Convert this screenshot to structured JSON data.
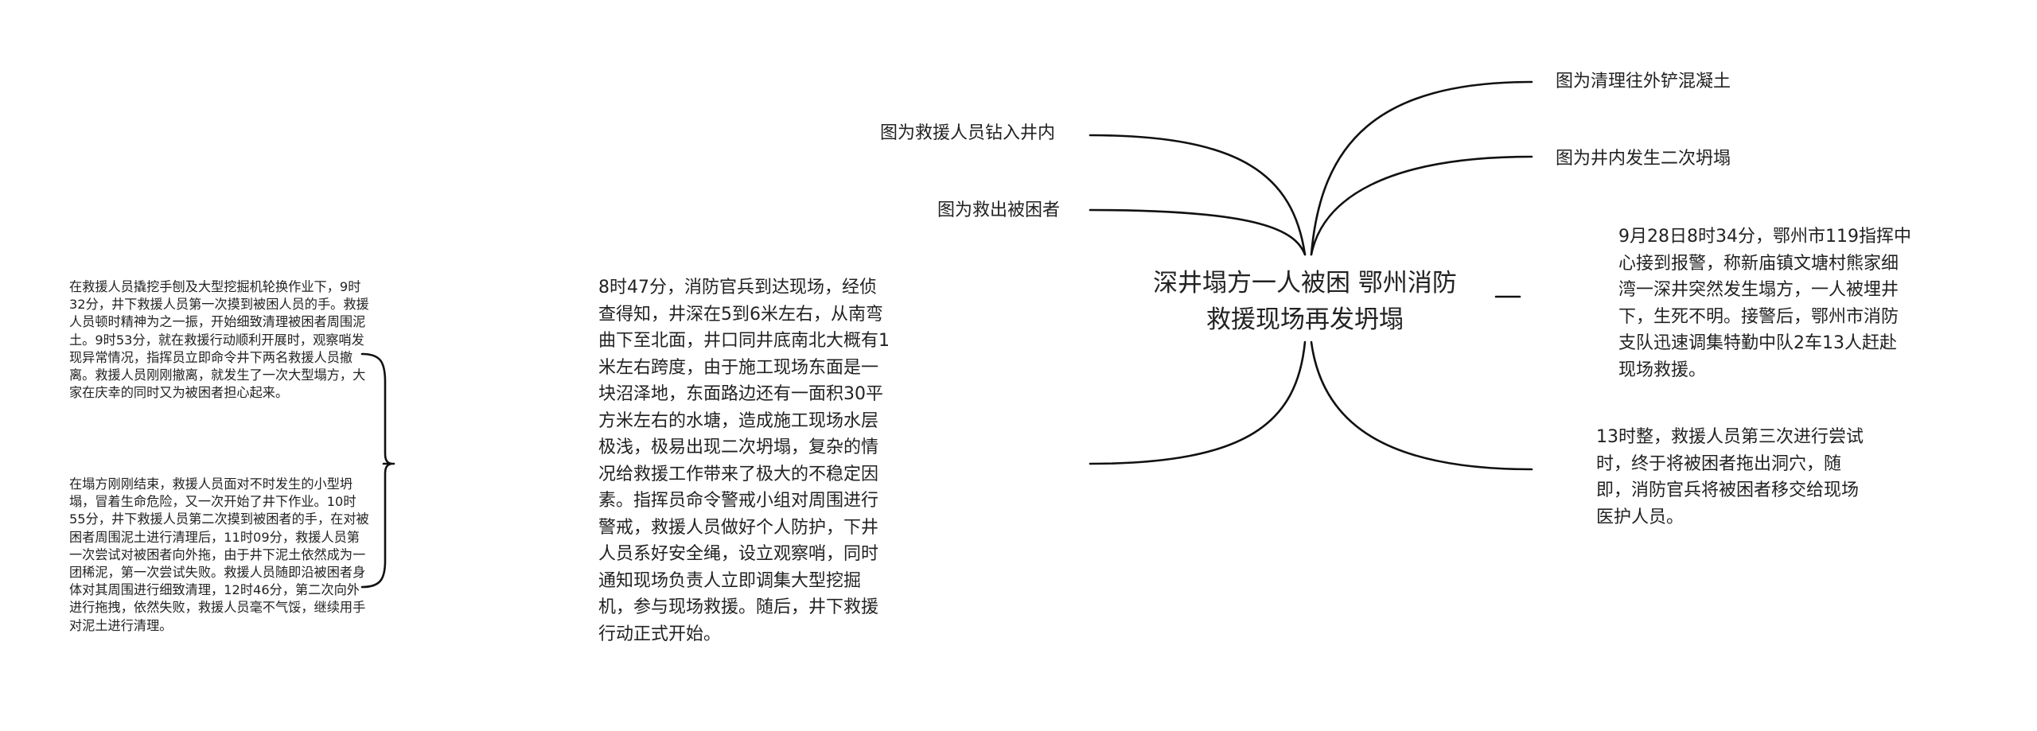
{
  "mindmap": {
    "center": "深井塌方一人被困 鄂州消防救援现场再发坍塌",
    "right": {
      "top1": "图为清理往外铲混凝土",
      "top2": "图为井内发生二次坍塌",
      "report": "9月28日8时34分，鄂州市119指挥中心接到报警，称新庙镇文塘村熊家细湾一深井突然发生塌方，一人被埋井下，生死不明。接警后，鄂州市消防支队迅速调集特勤中队2车13人赶赴现场救援。",
      "rescue": "13时整，救援人员第三次进行尝试时，终于将被困者拖出洞穴，随即，消防官兵将被困者移交给现场医护人员。"
    },
    "left": {
      "top1": "图为救援人员钻入井内",
      "top2": "图为救出被困者",
      "arrival": "8时47分，消防官兵到达现场，经侦查得知，井深在5到6米左右，从南弯曲下至北面，井口同井底南北大概有1米左右跨度，由于施工现场东面是一块沼泽地，东面路边还有一面积30平方米左右的水塘，造成施工现场水层极浅，极易出现二次坍塌，复杂的情况给救援工作带来了极大的不稳定因素。指挥员命令警戒小组对周围进行警戒，救援人员做好个人防护，下井人员系好安全绳，设立观察哨，同时通知现场负责人立即调集大型挖掘机，参与现场救援。随后，井下救援行动正式开始。",
      "detail1": "在救援人员撬挖手刨及大型挖掘机轮换作业下，9时32分，井下救援人员第一次摸到被困人员的手。救援人员顿时精神为之一振，开始细致清理被困者周围泥土。9时53分，就在救援行动顺利开展时，观察哨发现异常情况，指挥员立即命令井下两名救援人员撤离。救援人员刚刚撤离，就发生了一次大型塌方，大家在庆幸的同时又为被困者担心起来。",
      "detail2": "在塌方刚刚结束，救援人员面对不时发生的小型坍塌，冒着生命危险，又一次开始了井下作业。10时55分，井下救援人员第二次摸到被困者的手，在对被困者周围泥土进行清理后，11时09分，救援人员第一次尝试对被困者向外拖，由于井下泥土依然成为一团稀泥，第一次尝试失败。救援人员随即沿被困者身体对其周围进行细致清理，12时46分，第二次向外进行拖拽，依然失败，救援人员毫不气馁，继续用手对泥土进行清理。"
    }
  }
}
